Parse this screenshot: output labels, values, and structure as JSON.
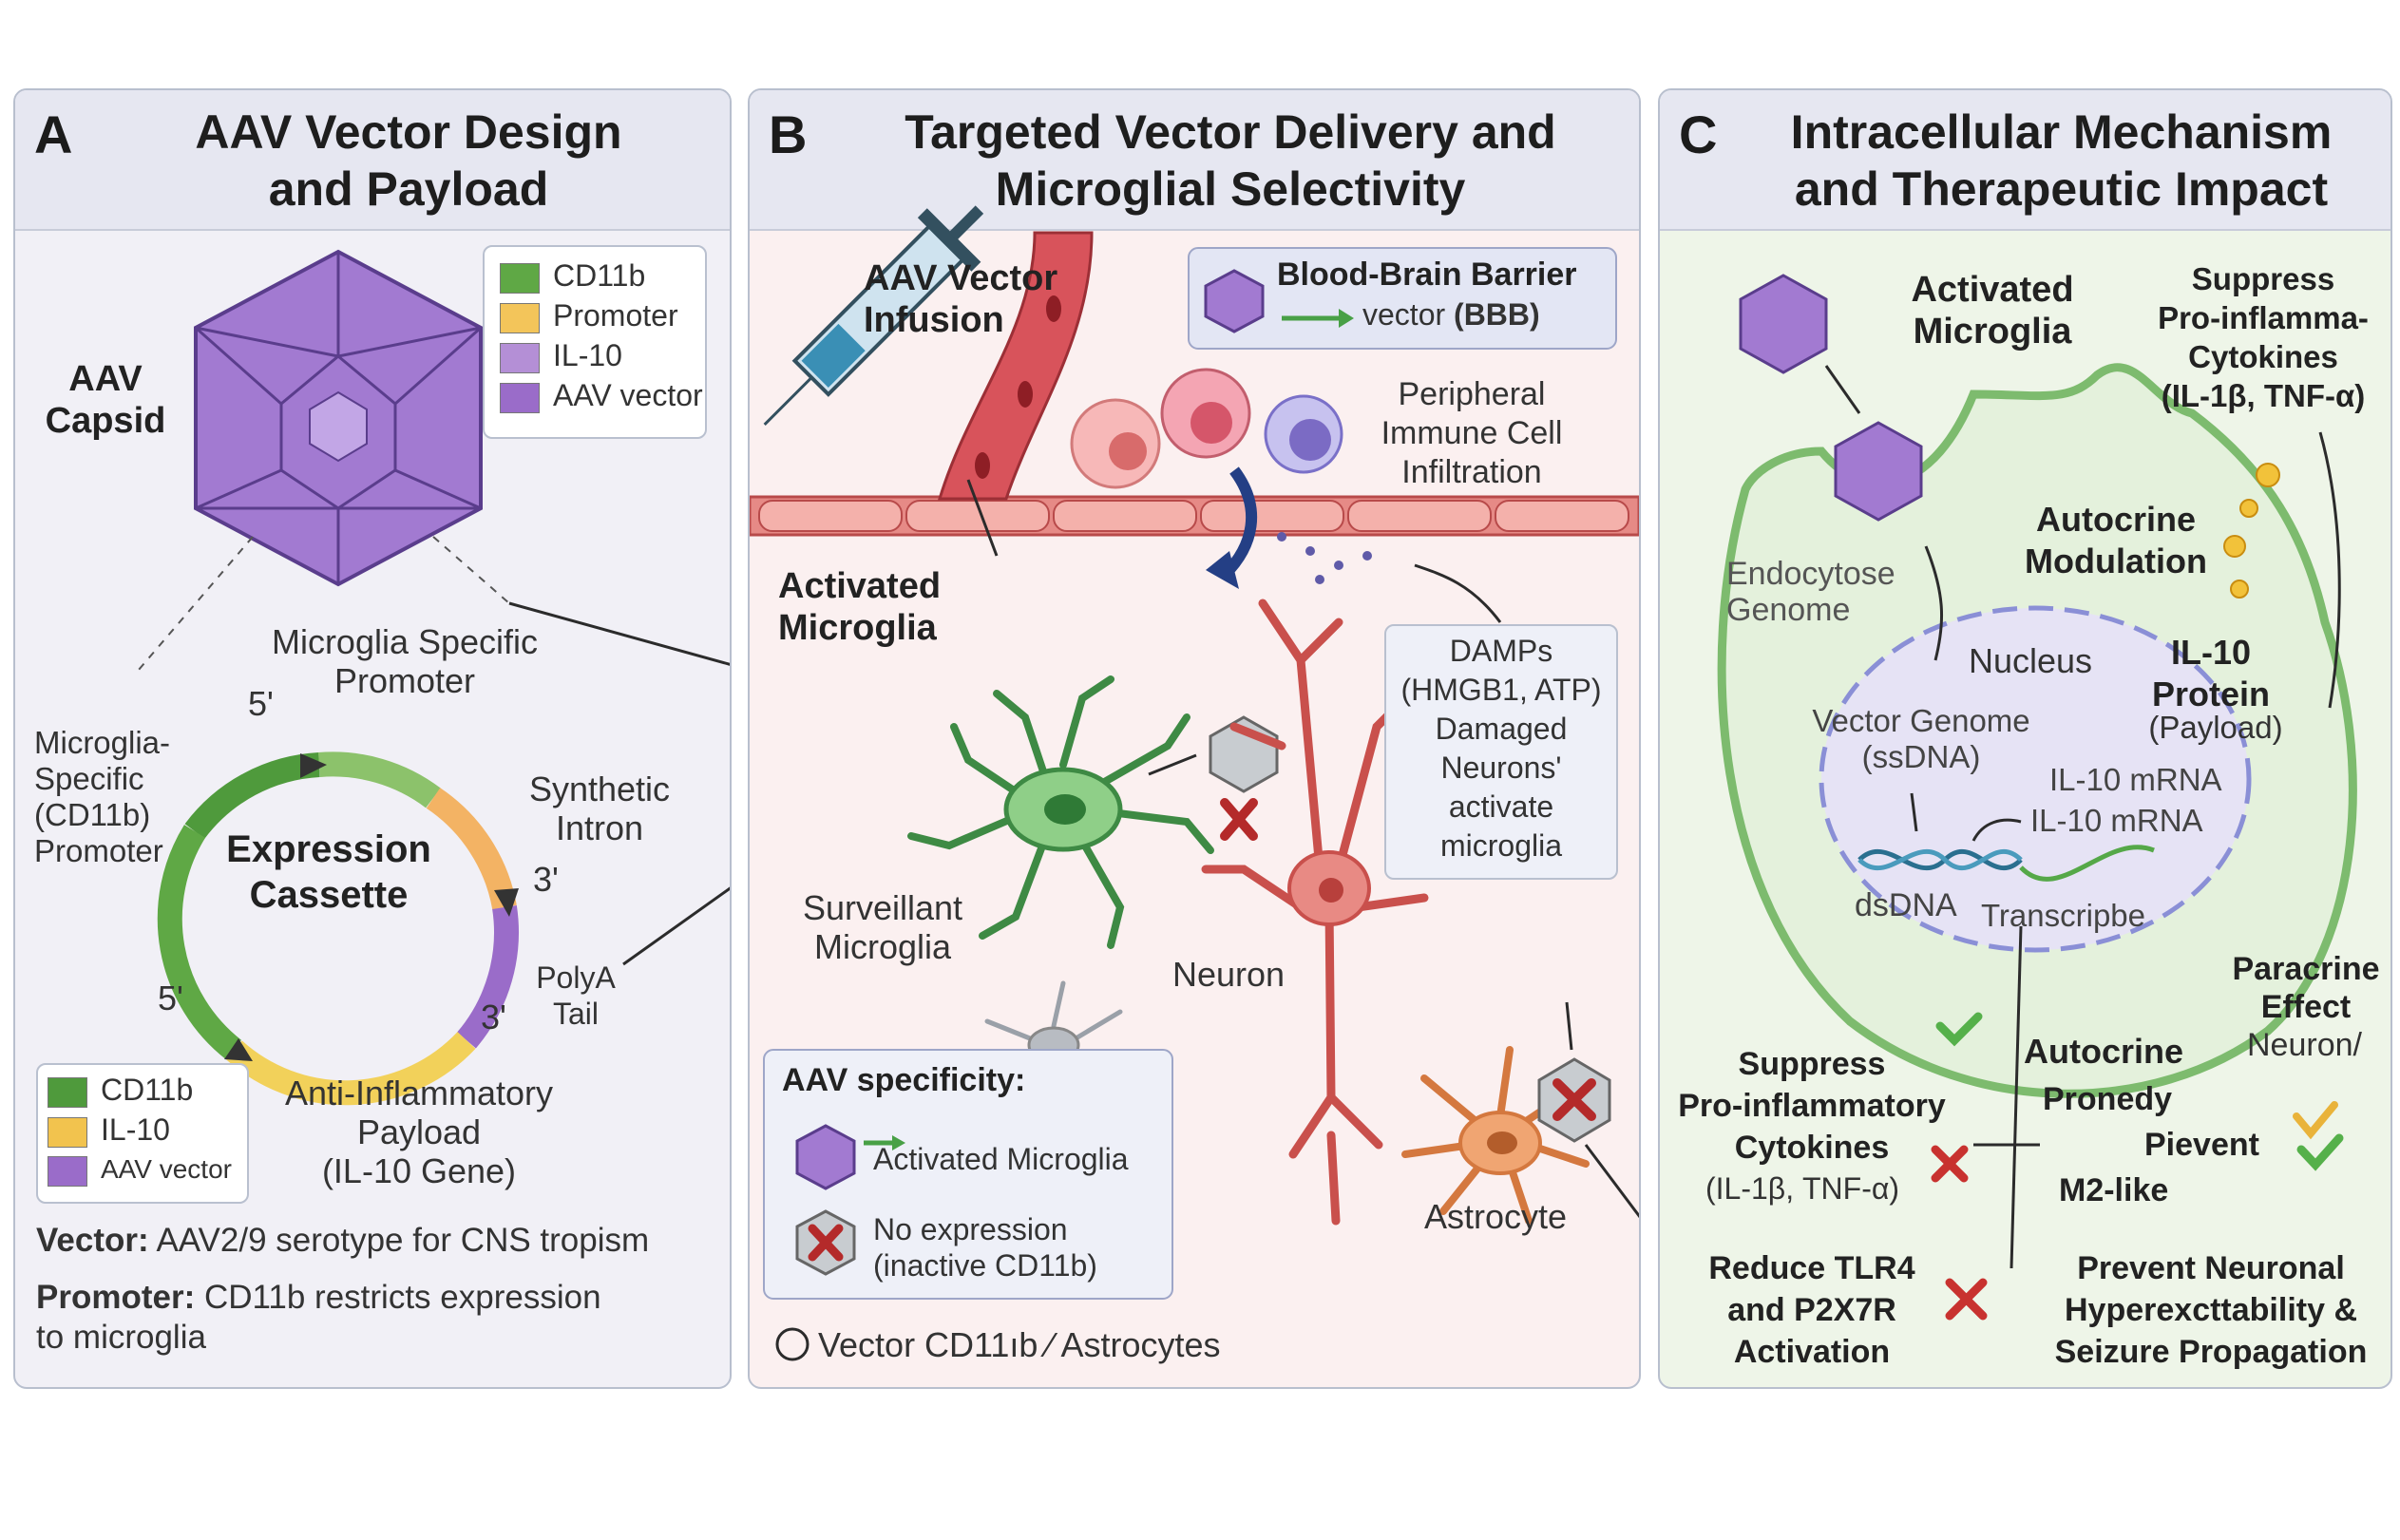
{
  "panel_a": {
    "letter": "A",
    "title_line1": "AAV Vector Design",
    "title_line2": "and Payload",
    "capsid_label": "AAV\nCapsid",
    "legend_top": [
      {
        "label": "CD11b",
        "color": "#5fa845"
      },
      {
        "label": "Promoter",
        "color": "#f3c55a"
      },
      {
        "label": "IL-10",
        "color": "#b48fd6"
      },
      {
        "label": "AAV vector",
        "color": "#9a6cc9"
      }
    ],
    "promoter_label": "Microglia Specific\nPromoter",
    "five_prime_top": "5'",
    "microglia_specific_label": "Microglia-\nSpecific\n(CD11b)\nPromoter",
    "cassette_label": "Expression\nCassette",
    "intron_label": "Synthetic\nIntron",
    "three_prime_right": "3'",
    "polya_label": "PolyA\nTail",
    "three_prime_bottom": "3'",
    "five_prime_bottom": "5'",
    "legend_bottom": [
      {
        "label": "CD11b",
        "color": "#4f9a3c"
      },
      {
        "label": "IL-10",
        "color": "#f2c34e"
      },
      {
        "label": "AAV vector",
        "color": "#9a6cc9"
      }
    ],
    "payload_label": "Anti-Inflammatory\nPayload\n(IL-10 Gene)",
    "vector_bold": "Vector:",
    "vector_text": " AAV2/9 serotype for CNS  tropism",
    "promoter_bold": "Promoter:",
    "promoter_text": " CD11b restricts expression",
    "promoter_text2": "to microglia"
  },
  "panel_b": {
    "letter": "B",
    "title_line1": "Targeted Vector Delivery and",
    "title_line2": "Microglial Selectivity",
    "infusion_label": "AAV Vector\nInfusion",
    "bbb_title": "Blood-Brain Barrier",
    "bbb_sub": "vector",
    "bbb_sub_bold": "(BBB)",
    "peripheral_label": "Peripheral\nImmune Cell\nInfiltration",
    "activated_label": "Activated\nMicroglia",
    "damps_label": "DAMPs\n(HMGB1, ATP)\nDamaged\nNeurons'\nactivate\nmicroglia",
    "surveillant_label": "Surveillant\nMicroglia",
    "neuron_label": "Neuron",
    "astrocyte_label": "Astrocyte",
    "spec_title": "AAV specificity:",
    "spec_item1": "Activated Microglia",
    "spec_item2": "No expression\n(inactive CD11b)",
    "footer": "Vector  CD11ıb ⁄ Astrocytes",
    "colors": {
      "vessel": "#d8535b",
      "neuron": "#d9635f",
      "microglia": "#5ea85b",
      "astrocyte": "#e48b55"
    }
  },
  "panel_c": {
    "letter": "C",
    "title_line1": "Intracellular Mechanism",
    "title_line2": "and Therapeutic Impact",
    "activated_label": "Activated\nMicroglia",
    "suppress_top": "Suppress\nPro-inflamma-\nCytokines\n(IL-1β, TNF-α)",
    "autocrine_mod": "Autocrine\nModulation",
    "endocytose": "Endocytose\nGenome",
    "nucleus": "Nucleus",
    "il10_protein": "IL-10\nProtein",
    "payload": "(Payload)",
    "vector_genome": "Vector Genome\n(ssDNA)",
    "mrna1": "IL-10 mRNA",
    "mrna2": "IL-10 mRNA",
    "dsdna": "dsDNA",
    "transcribe": "Transcripbe",
    "paracrine": "Paracrine\nEffect",
    "paracrine_neuron": "Neuron/",
    "suppress_bottom": "Suppress\nPro-inflammatory\nCytokines",
    "suppress_bottom_sub": "(IL-1β, TNF-α)",
    "autocrine2": "Autocrine",
    "pronedy": "Pronedy",
    "pievent": "Pievent",
    "m2like": "M2-like",
    "reduce": "Reduce TLR4\nand P2X7R\nActivation",
    "prevent": "Prevent Neuronal\nHyperexcttability &\nSeizure Propagation",
    "colors": {
      "cell": "#7dbb6e",
      "nucleus": "#8a8fd6",
      "cross": "#c8322f",
      "check": "#55b04a"
    }
  }
}
